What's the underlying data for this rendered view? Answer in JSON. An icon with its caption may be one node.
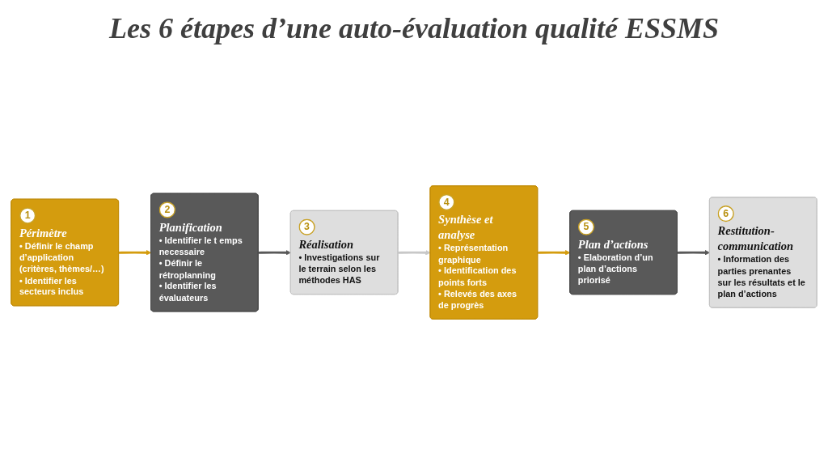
{
  "diagram": {
    "title": "Les 6 étapes d’une auto-évaluation qualité ESSMS",
    "nodes": [
      {
        "text": [
          "1",
          "Périmètre",
          "• Définir le champ d’application (critères, thèmes/…)",
          "• Identifier les secteurs inclus"
        ]
      },
      {
        "text": [
          "2",
          "Planification",
          "• Identifier le t emps necessaire",
          "• Définir le rétroplanning",
          "• Identifier les évaluateurs"
        ]
      },
      {
        "text": [
          "3",
          "Réalisation",
          "• Investigations sur le terrain selon les méthodes HAS"
        ]
      },
      {
        "text": [
          "4",
          "Synthèse et analyse",
          "• Représentation graphique",
          "• Identification des points forts",
          "• Relevés des axes de progrès"
        ]
      },
      {
        "text": [
          "5",
          "Plan d’actions",
          "• Elaboration d’un plan d’actions priorisé"
        ]
      },
      {
        "text": [
          "6",
          "Restitution-communication",
          "• Information des parties prenantes sur les résultats et le plan d’actions"
        ]
      }
    ],
    "edges": [
      {
        "from": 0,
        "to": 1,
        "arrow": "to",
        "color": "#d49c0e"
      },
      {
        "from": 1,
        "to": 2,
        "arrow": "to",
        "color": "#595959"
      },
      {
        "from": 2,
        "to": 3,
        "arrow": "to",
        "color": "#c8c8c8"
      },
      {
        "from": 3,
        "to": 4,
        "arrow": "to",
        "color": "#d49c0e"
      },
      {
        "from": 4,
        "to": 5,
        "arrow": "to",
        "color": "#595959"
      }
    ]
  }
}
